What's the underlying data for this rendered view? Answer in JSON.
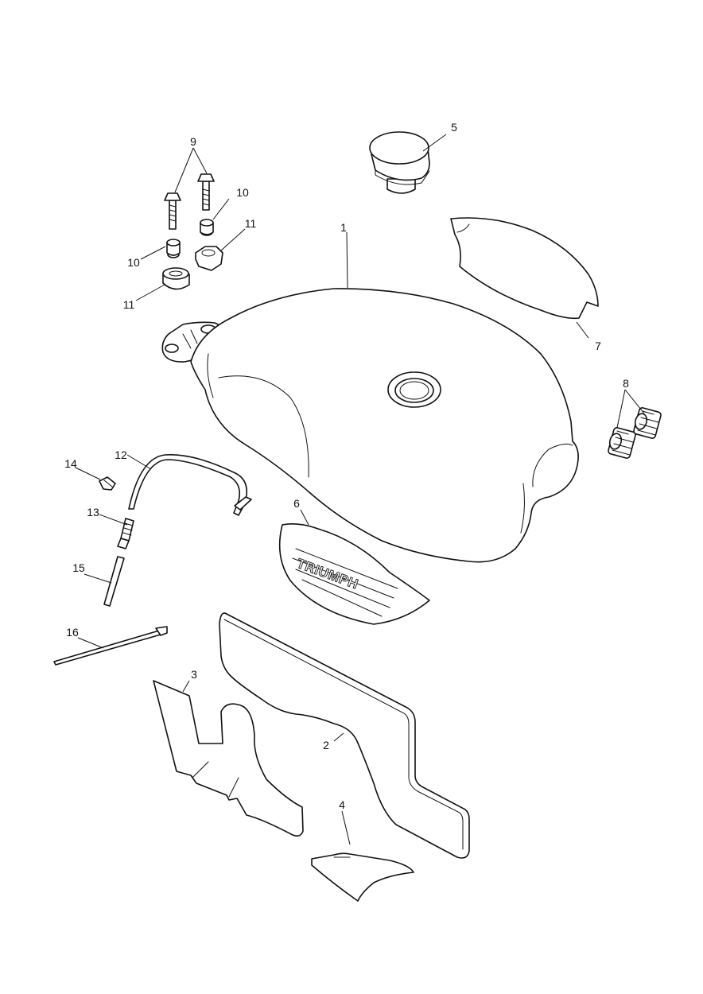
{
  "diagram": {
    "logo_text": "TRIUMPH",
    "callouts": [
      {
        "id": "c1",
        "label": "1"
      },
      {
        "id": "c2",
        "label": "2"
      },
      {
        "id": "c3",
        "label": "3"
      },
      {
        "id": "c4",
        "label": "4"
      },
      {
        "id": "c5",
        "label": "5"
      },
      {
        "id": "c6",
        "label": "6"
      },
      {
        "id": "c7",
        "label": "7"
      },
      {
        "id": "c8",
        "label": "8"
      },
      {
        "id": "c9",
        "label": "9"
      },
      {
        "id": "c10a",
        "label": "10"
      },
      {
        "id": "c10b",
        "label": "10"
      },
      {
        "id": "c11a",
        "label": "11"
      },
      {
        "id": "c11b",
        "label": "11"
      },
      {
        "id": "c12",
        "label": "12"
      },
      {
        "id": "c13",
        "label": "13"
      },
      {
        "id": "c14",
        "label": "14"
      },
      {
        "id": "c15",
        "label": "15"
      },
      {
        "id": "c16",
        "label": "16"
      }
    ]
  }
}
